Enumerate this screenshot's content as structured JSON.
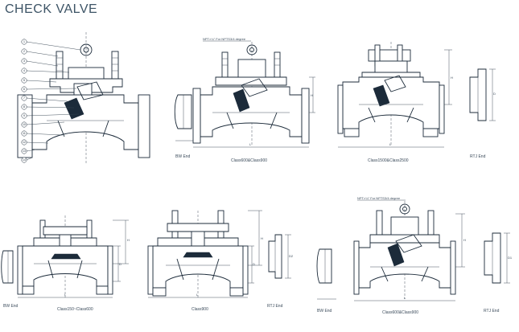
{
  "title": "CHECK VALVE",
  "captions": {
    "top_bw_end": "BW End",
    "top_class600_900": "Class600&Class900",
    "top_class1500_2500": "Class1500&Class2500",
    "top_rtj_end": "RTJ End",
    "bot_bw_end_left": "BW End",
    "bot_class150_600": "Class150~Class600",
    "bot_class900": "Class900",
    "bot_rtj_end_mid": "RTJ End",
    "bot_bw_end_right": "BW End",
    "bot_class600_900": "Class600&Class900",
    "bot_rtj_end_right": "RTJ End"
  },
  "notes": {
    "npt_top": "NPT×¼″ For NPTS3/4 degree",
    "npt_bottom": "NPT×¼″ For NPTS3/4 degree"
  },
  "dims": {
    "L": "L",
    "H": "H",
    "D": "D",
    "D1": "D1",
    "D2": "D2",
    "Ds": "Ds"
  },
  "bubbles": [
    "1",
    "2",
    "3",
    "4",
    "5",
    "6",
    "7",
    "8",
    "9",
    "10",
    "11",
    "12",
    "13",
    "14",
    "15"
  ]
}
